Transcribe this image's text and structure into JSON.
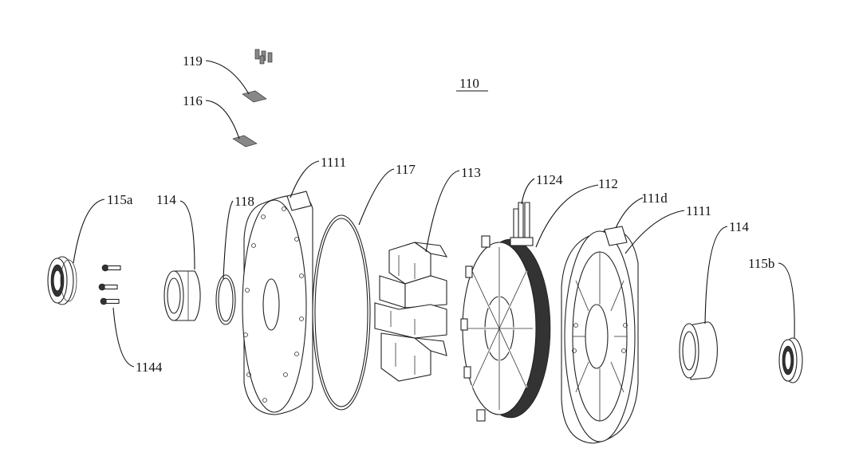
{
  "figure": {
    "ref_number": "110",
    "labels": {
      "l119": "119",
      "l116": "116",
      "l1111_left": "1111",
      "l117": "117",
      "l113": "113",
      "l1124": "1124",
      "l112": "112",
      "l111d": "111d",
      "l1111_right": "1111",
      "l115a": "115a",
      "l114_left": "114",
      "l118": "118",
      "l114_right": "114",
      "l115b": "115b",
      "l1144": "1144"
    }
  }
}
